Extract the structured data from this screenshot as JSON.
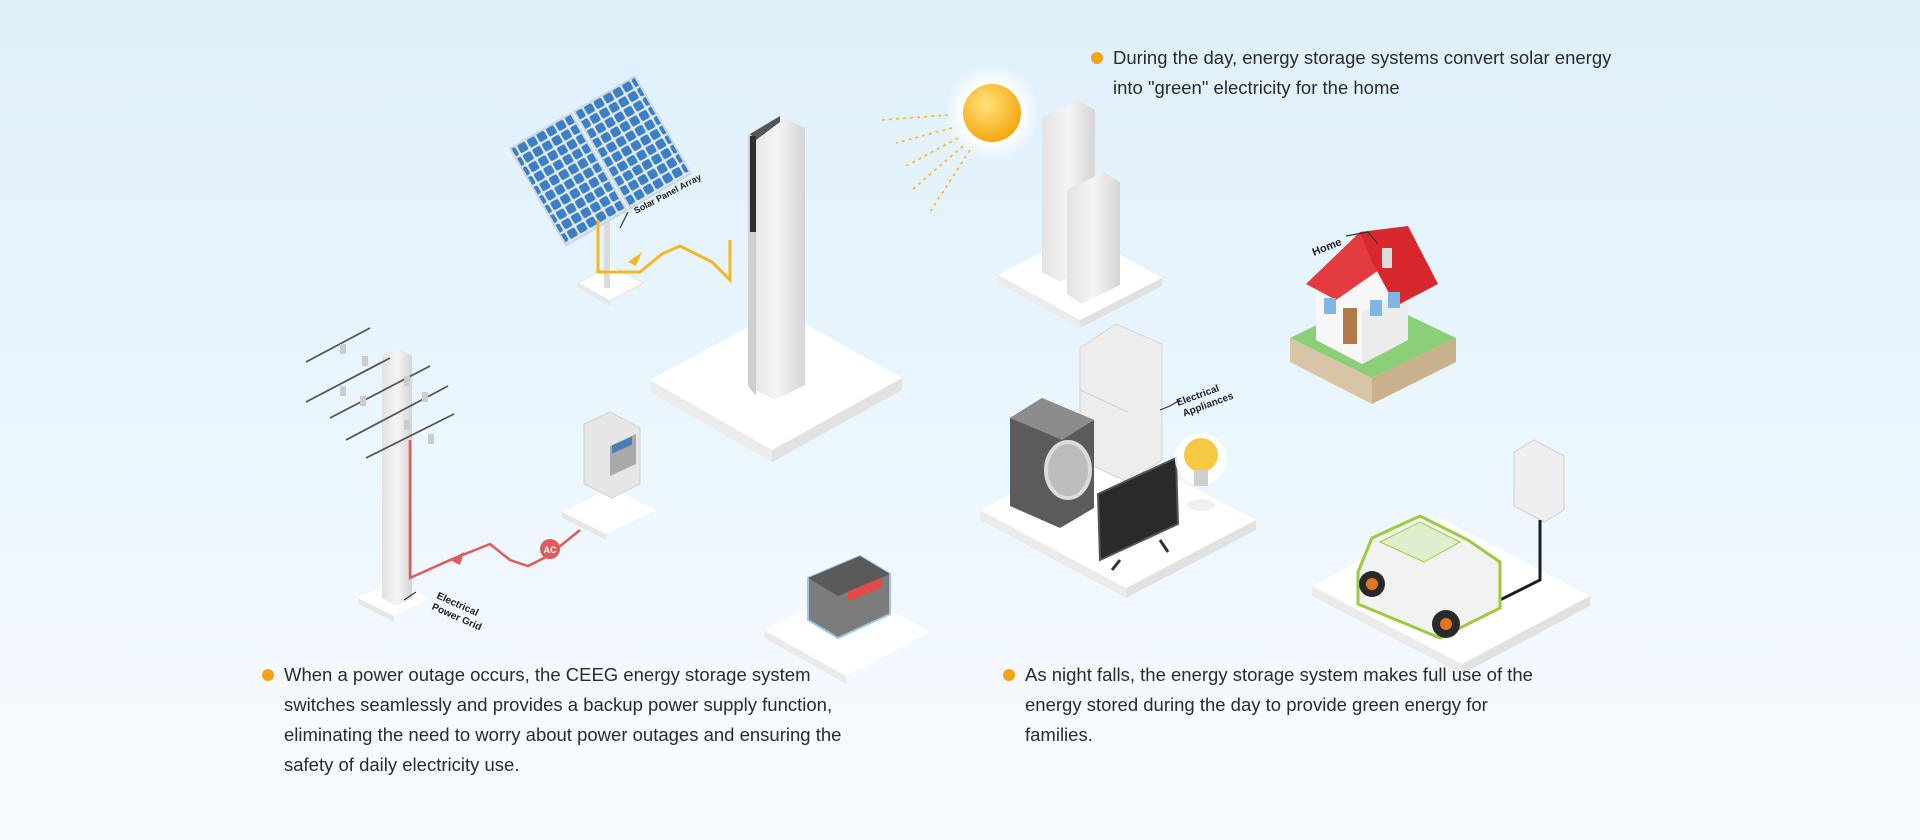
{
  "notes": {
    "day": "During the day, energy storage systems convert solar energy into \"green\" electricity for the home",
    "outage": "When a power outage occurs, the CEEG energy storage system switches seamlessly and provides a backup power supply function, eliminating the need to worry about power outages and ensuring the safety of daily electricity use.",
    "night": "As night falls, the energy storage system makes full use of the energy stored during the day to provide green energy for families."
  },
  "labels": {
    "solar_panel": "Solar Panel Array",
    "home": "Home",
    "appliances_line1": "Electrical",
    "appliances_line2": "Appliances",
    "grid_line1": "Electrical",
    "grid_line2": "Power Grid",
    "ac_badge": "AC"
  },
  "colors": {
    "bullet": "#f5a313",
    "power_line": "#e05a5a",
    "solar_line": "#f2b824",
    "roof": "#e33b3f",
    "panel": "#3d7fc4"
  }
}
